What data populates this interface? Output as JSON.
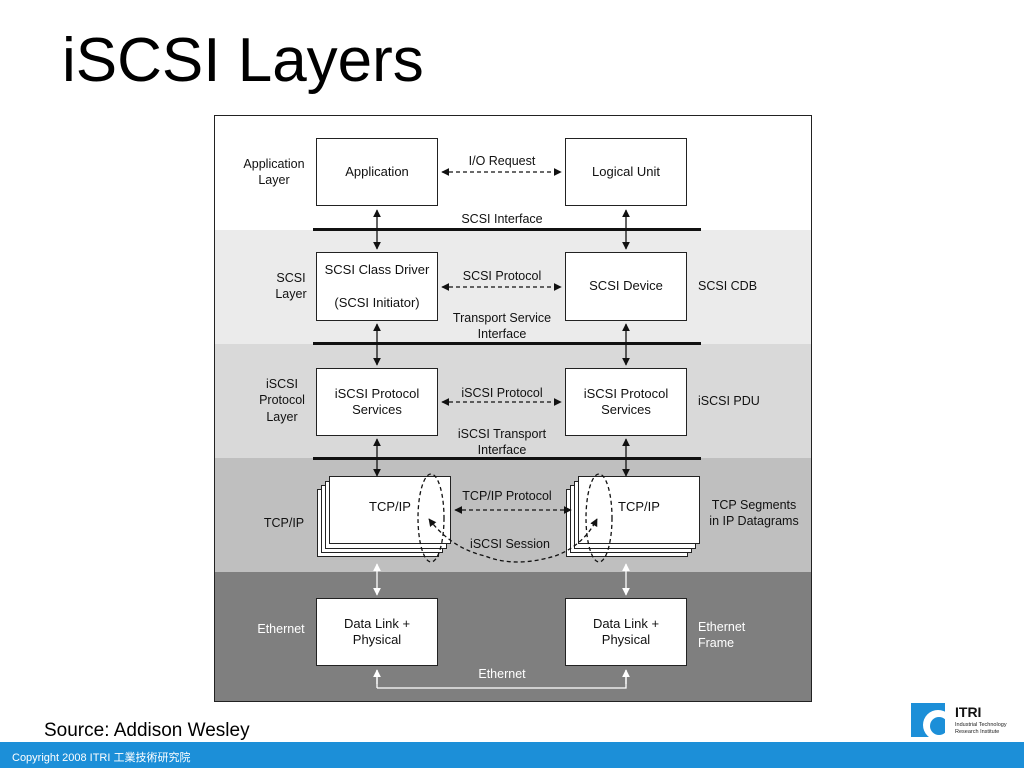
{
  "slide": {
    "title": "iSCSI Layers",
    "source": "Source: Addison Wesley",
    "footer": "Copyright 2008 ITRI 工業技術研究院"
  },
  "logo": {
    "name": "ITRI",
    "line1": "Industrial Technology",
    "line2": "Research Institute",
    "color": "#1c8fd8"
  },
  "diagram": {
    "band_colors": [
      "#ffffff",
      "#ebebeb",
      "#d9d9d9",
      "#bfbfbf",
      "#7f7f7f"
    ],
    "layers": {
      "application": [
        "Application",
        "Layer"
      ],
      "scsi": [
        "SCSI",
        "Layer"
      ],
      "iscsi": [
        "iSCSI",
        "Protocol",
        "Layer"
      ],
      "tcpip": "TCP/IP",
      "ethernet": "Ethernet"
    },
    "boxes": {
      "application": "Application",
      "logical_unit": "Logical Unit",
      "scsi_class_driver": "SCSI Class Driver",
      "scsi_initiator": "(SCSI Initiator)",
      "scsi_device": "SCSI Device",
      "iscsi_services_left": [
        "iSCSI Protocol",
        "Services"
      ],
      "iscsi_services_right": [
        "iSCSI Protocol",
        "Services"
      ],
      "tcpip_left": "TCP/IP",
      "tcpip_right": "TCP/IP",
      "datalink_left": [
        "Data Link +",
        "Physical"
      ],
      "datalink_right": [
        "Data Link +",
        "Physical"
      ]
    },
    "connections": {
      "io_request": "I/O Request",
      "scsi_interface": "SCSI Interface",
      "scsi_protocol": "SCSI Protocol",
      "transport_service_interface": [
        "Transport Service",
        "Interface"
      ],
      "iscsi_protocol": "iSCSI Protocol",
      "iscsi_transport_interface": [
        "iSCSI Transport",
        "Interface"
      ],
      "tcpip_protocol": "TCP/IP Protocol",
      "iscsi_session": "iSCSI Session",
      "ethernet": "Ethernet"
    },
    "right_labels": {
      "scsi_cdb": "SCSI CDB",
      "iscsi_pdu": "iSCSI PDU",
      "tcp_segments": [
        "TCP Segments",
        "in IP Datagrams"
      ],
      "ethernet_frame": [
        "Ethernet",
        "Frame"
      ]
    }
  }
}
